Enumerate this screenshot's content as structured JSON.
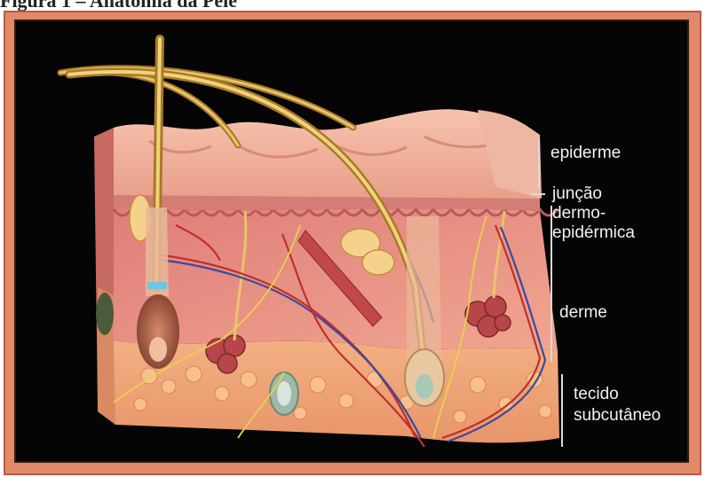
{
  "figure": {
    "caption": "Figura 1 – Anatomia da Pele"
  },
  "labels": {
    "epiderme": "epiderme",
    "juncao_line1": "junção",
    "juncao_line2": "dermo-",
    "juncao_line3": "epidérmica",
    "derme": "derme",
    "tecido_line1": "tecido",
    "tecido_line2": "subcutâneo"
  },
  "colors": {
    "frame": "#e08a6a",
    "background": "#050505",
    "skin_surface": "#f0b39a",
    "dermis": "#e88f86",
    "subcutaneous": "#f0a27a",
    "hair": "#d9b45a",
    "artery": "#c0302a",
    "vein": "#3a4aa0",
    "nerve": "#e8d24a"
  }
}
